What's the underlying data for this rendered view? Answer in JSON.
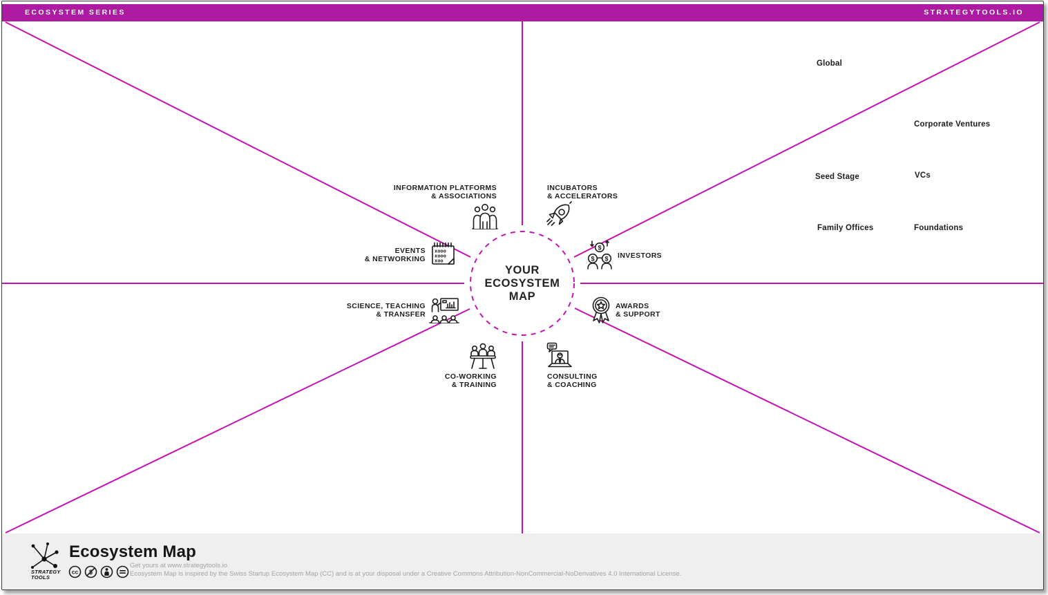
{
  "header": {
    "series_label": "ECOSYSTEM SERIES",
    "brand_label": "STRATEGYTOOLS.IO"
  },
  "center_circle": {
    "line1": "YOUR",
    "line2": "ECOSYSTEM",
    "line3": "MAP"
  },
  "sectors": {
    "information_platforms": {
      "line1": "INFORMATION PLATFORMS",
      "line2": "& ASSOCIATIONS",
      "icon": "people-group-icon"
    },
    "incubators": {
      "line1": "INCUBATORS",
      "line2": "& ACCELERATORS",
      "icon": "rocket-icon"
    },
    "events": {
      "line1": "EVENTS",
      "line2": "& NETWORKING",
      "icon": "calendar-icon"
    },
    "investors": {
      "line1": "INVESTORS",
      "icon": "investor-coins-icon"
    },
    "science": {
      "line1": "SCIENCE, TEACHING",
      "line2": "& TRANSFER",
      "icon": "presentation-icon"
    },
    "awards": {
      "line1": "AWARDS",
      "line2": "& SUPPORT",
      "icon": "award-medal-icon"
    },
    "coworking": {
      "line1": "CO-WORKING",
      "line2": "& TRAINING",
      "icon": "team-table-icon"
    },
    "consulting": {
      "line1": "CONSULTING",
      "line2": "& COACHING",
      "icon": "coaching-laptop-icon"
    }
  },
  "investor_notes": {
    "global": "Global",
    "corporate_ventures": "Corporate Ventures",
    "seed_stage": "Seed Stage",
    "vcs": "VCs",
    "family_offices": "Family Offices",
    "foundations": "Foundations"
  },
  "footer": {
    "logo_line1": "STRATEGY",
    "logo_line2": "TOOLS",
    "title": "Ecosystem Map",
    "tagline": "Get yours at www.strategytools.io",
    "license": "Ecosystem Map is inspired by the Swiss Startup Ecosystem Map (CC) and is at your disposal under a Creative Commons Attribution-NonCommercial-NoDerivatives 4.0 International License.",
    "cc_icons": [
      "cc-icon",
      "nc-dollar-icon",
      "attribution-person-icon",
      "nd-equals-icon"
    ]
  },
  "colors": {
    "bar": "#AD1BA3",
    "line": "#C411B6",
    "text_dark": "#1D1D1D",
    "footer_bg": "#EFEFEF",
    "muted_text": "#A3A3A3"
  }
}
